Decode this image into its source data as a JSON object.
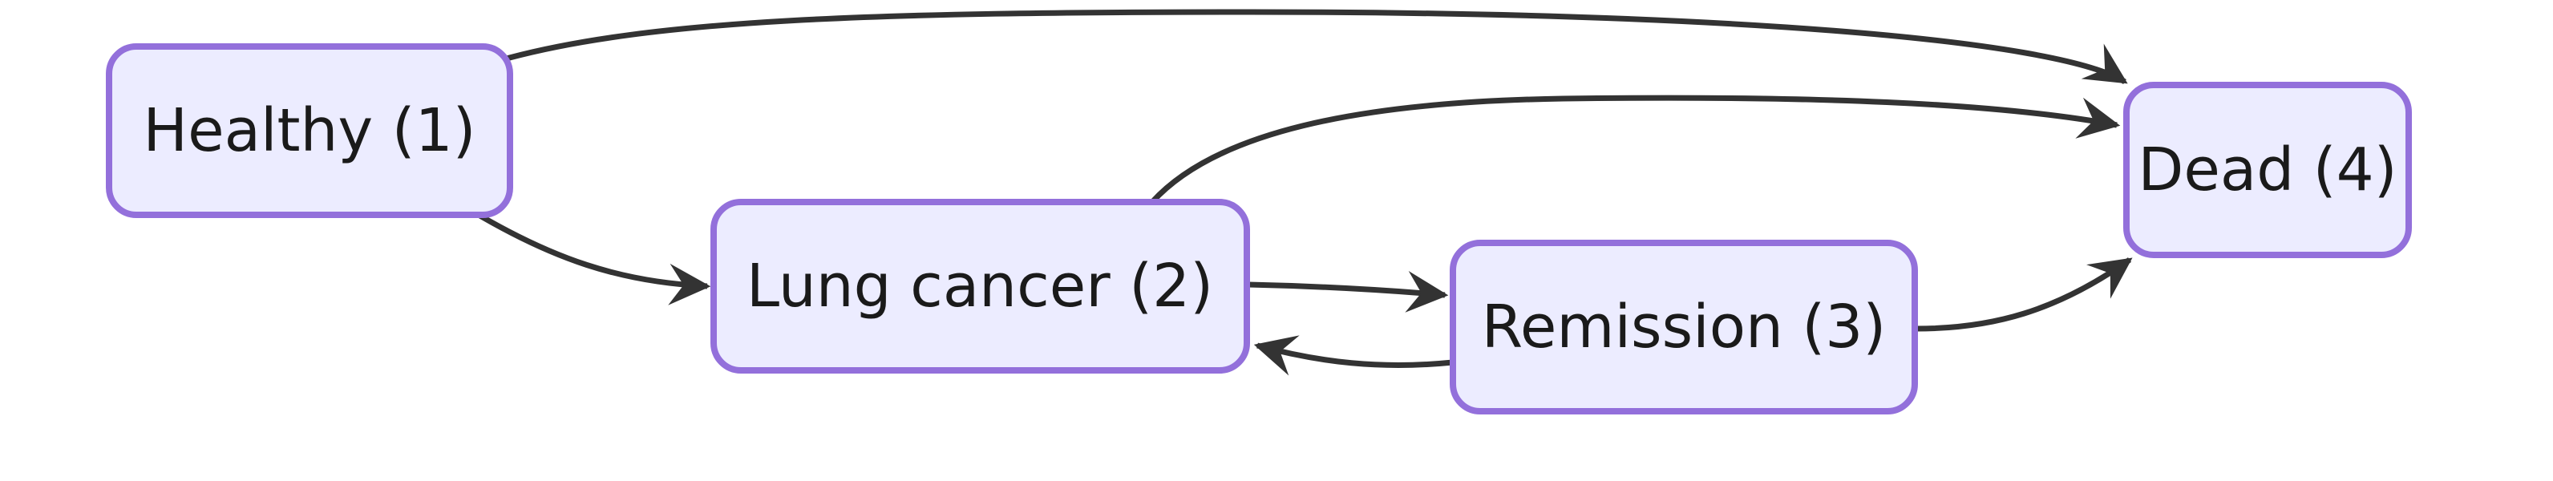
{
  "diagram": {
    "type": "state-transition-diagram",
    "nodes": [
      {
        "id": "healthy",
        "label": "Healthy (1)"
      },
      {
        "id": "lung",
        "label": "Lung cancer (2)"
      },
      {
        "id": "remission",
        "label": "Remission (3)"
      },
      {
        "id": "dead",
        "label": "Dead (4)"
      }
    ],
    "edges": [
      {
        "from": "healthy",
        "to": "dead"
      },
      {
        "from": "healthy",
        "to": "lung"
      },
      {
        "from": "lung",
        "to": "dead"
      },
      {
        "from": "lung",
        "to": "remission"
      },
      {
        "from": "remission",
        "to": "lung"
      },
      {
        "from": "remission",
        "to": "dead"
      }
    ],
    "colors": {
      "background": "#ffffff",
      "node_fill": "#ECECFF",
      "node_border": "#9370DB",
      "edge_color": "#333333",
      "text_color": "#1a1a1a"
    }
  }
}
